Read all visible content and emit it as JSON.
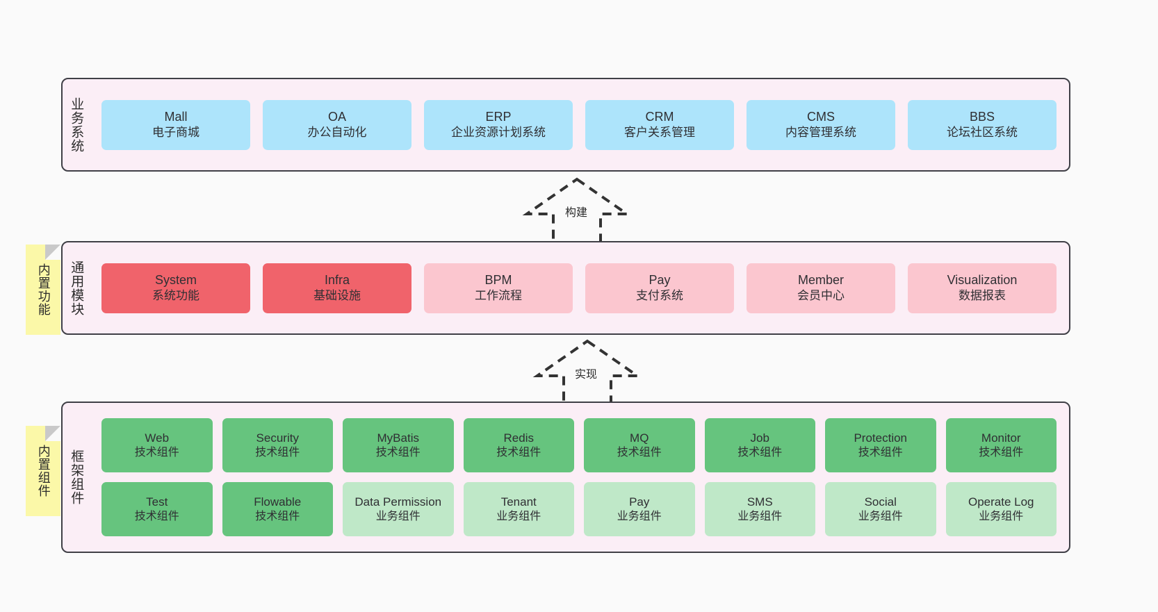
{
  "diagram": {
    "title": "",
    "colors": {
      "canvas": "#fafafa",
      "layer_bg": "#fbeef6",
      "layer_border": "#3f3f46",
      "business_card": "#ade4fb",
      "common_card_strong": "#f0636b",
      "common_card_light": "#fbc6cf",
      "framework_tech": "#66c47e",
      "framework_business": "#bfe8c8",
      "sticky": "#fbf8a8",
      "sticky_fold": "#c9c9c9",
      "arrow": "#333333"
    }
  },
  "layers": [
    {
      "id": "business",
      "title": "业务系统",
      "rows": [
        {
          "cards": [
            {
              "name": "Mall",
              "sub": "电子商城",
              "style": "business"
            },
            {
              "name": "OA",
              "sub": "办公自动化",
              "style": "business"
            },
            {
              "name": "ERP",
              "sub": "企业资源计划系统",
              "style": "business"
            },
            {
              "name": "CRM",
              "sub": "客户关系管理",
              "style": "business"
            },
            {
              "name": "CMS",
              "sub": "内容管理系统",
              "style": "business"
            },
            {
              "name": "BBS",
              "sub": "论坛社区系统",
              "style": "business"
            }
          ]
        }
      ]
    },
    {
      "id": "common",
      "title": "通用模块",
      "rows": [
        {
          "cards": [
            {
              "name": "System",
              "sub": "系统功能",
              "style": "common-strong"
            },
            {
              "name": "Infra",
              "sub": "基础设施",
              "style": "common-strong"
            },
            {
              "name": "BPM",
              "sub": "工作流程",
              "style": "common-light"
            },
            {
              "name": "Pay",
              "sub": "支付系统",
              "style": "common-light"
            },
            {
              "name": "Member",
              "sub": "会员中心",
              "style": "common-light"
            },
            {
              "name": "Visualization",
              "sub": "数据报表",
              "style": "common-light"
            }
          ]
        }
      ]
    },
    {
      "id": "framework",
      "title": "框架组件",
      "rows": [
        {
          "cards": [
            {
              "name": "Web",
              "sub": "技术组件",
              "style": "tech"
            },
            {
              "name": "Security",
              "sub": "技术组件",
              "style": "tech"
            },
            {
              "name": "MyBatis",
              "sub": "技术组件",
              "style": "tech"
            },
            {
              "name": "Redis",
              "sub": "技术组件",
              "style": "tech"
            },
            {
              "name": "MQ",
              "sub": "技术组件",
              "style": "tech"
            },
            {
              "name": "Job",
              "sub": "技术组件",
              "style": "tech"
            },
            {
              "name": "Protection",
              "sub": "技术组件",
              "style": "tech"
            },
            {
              "name": "Monitor",
              "sub": "技术组件",
              "style": "tech"
            }
          ]
        },
        {
          "cards": [
            {
              "name": "Test",
              "sub": "技术组件",
              "style": "tech"
            },
            {
              "name": "Flowable",
              "sub": "技术组件",
              "style": "tech"
            },
            {
              "name": "Data Permission",
              "sub": "业务组件",
              "style": "biz"
            },
            {
              "name": "Tenant",
              "sub": "业务组件",
              "style": "biz"
            },
            {
              "name": "Pay",
              "sub": "业务组件",
              "style": "biz"
            },
            {
              "name": "SMS",
              "sub": "业务组件",
              "style": "biz"
            },
            {
              "name": "Social",
              "sub": "业务组件",
              "style": "biz"
            },
            {
              "name": "Operate Log",
              "sub": "业务组件",
              "style": "biz"
            }
          ]
        }
      ]
    }
  ],
  "stickies": [
    {
      "id": "sticky-common",
      "label": "内置功能"
    },
    {
      "id": "sticky-framework",
      "label": "内置组件"
    }
  ],
  "arrows": [
    {
      "id": "arrow-build",
      "label": "构建",
      "direction": "up",
      "style": "dashed-hollow-triangle"
    },
    {
      "id": "arrow-impl",
      "label": "实现",
      "direction": "up",
      "style": "dashed-hollow-triangle"
    }
  ]
}
